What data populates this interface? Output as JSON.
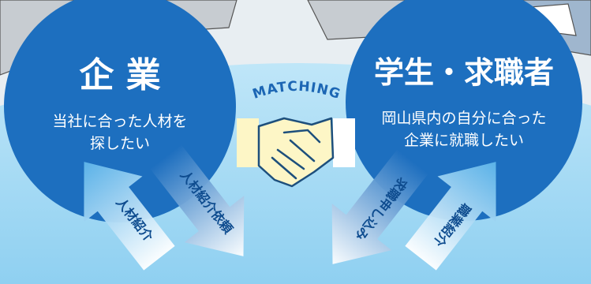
{
  "company": {
    "title": "企 業",
    "desc_line1": "当社に合った人材を",
    "desc_line2": "探したい"
  },
  "seeker": {
    "title": "学生・求職者",
    "desc_line1": "岡山県内の自分に合った",
    "desc_line2": "企業に就職したい"
  },
  "matching_label": "MATCHING",
  "arrows": {
    "talent_introduction": "人材紹介",
    "talent_request": "人材紹介依頼",
    "job_application": "求職申し込み",
    "job_introduction": "職業紹介"
  },
  "colors": {
    "circle_blue": "#1d6fbf",
    "light_blue": "#a9dcf5",
    "arrow_blue": "#5eb6ea",
    "handshake_fill": "#fdf6c6",
    "label_dark": "#0e4c8f"
  }
}
